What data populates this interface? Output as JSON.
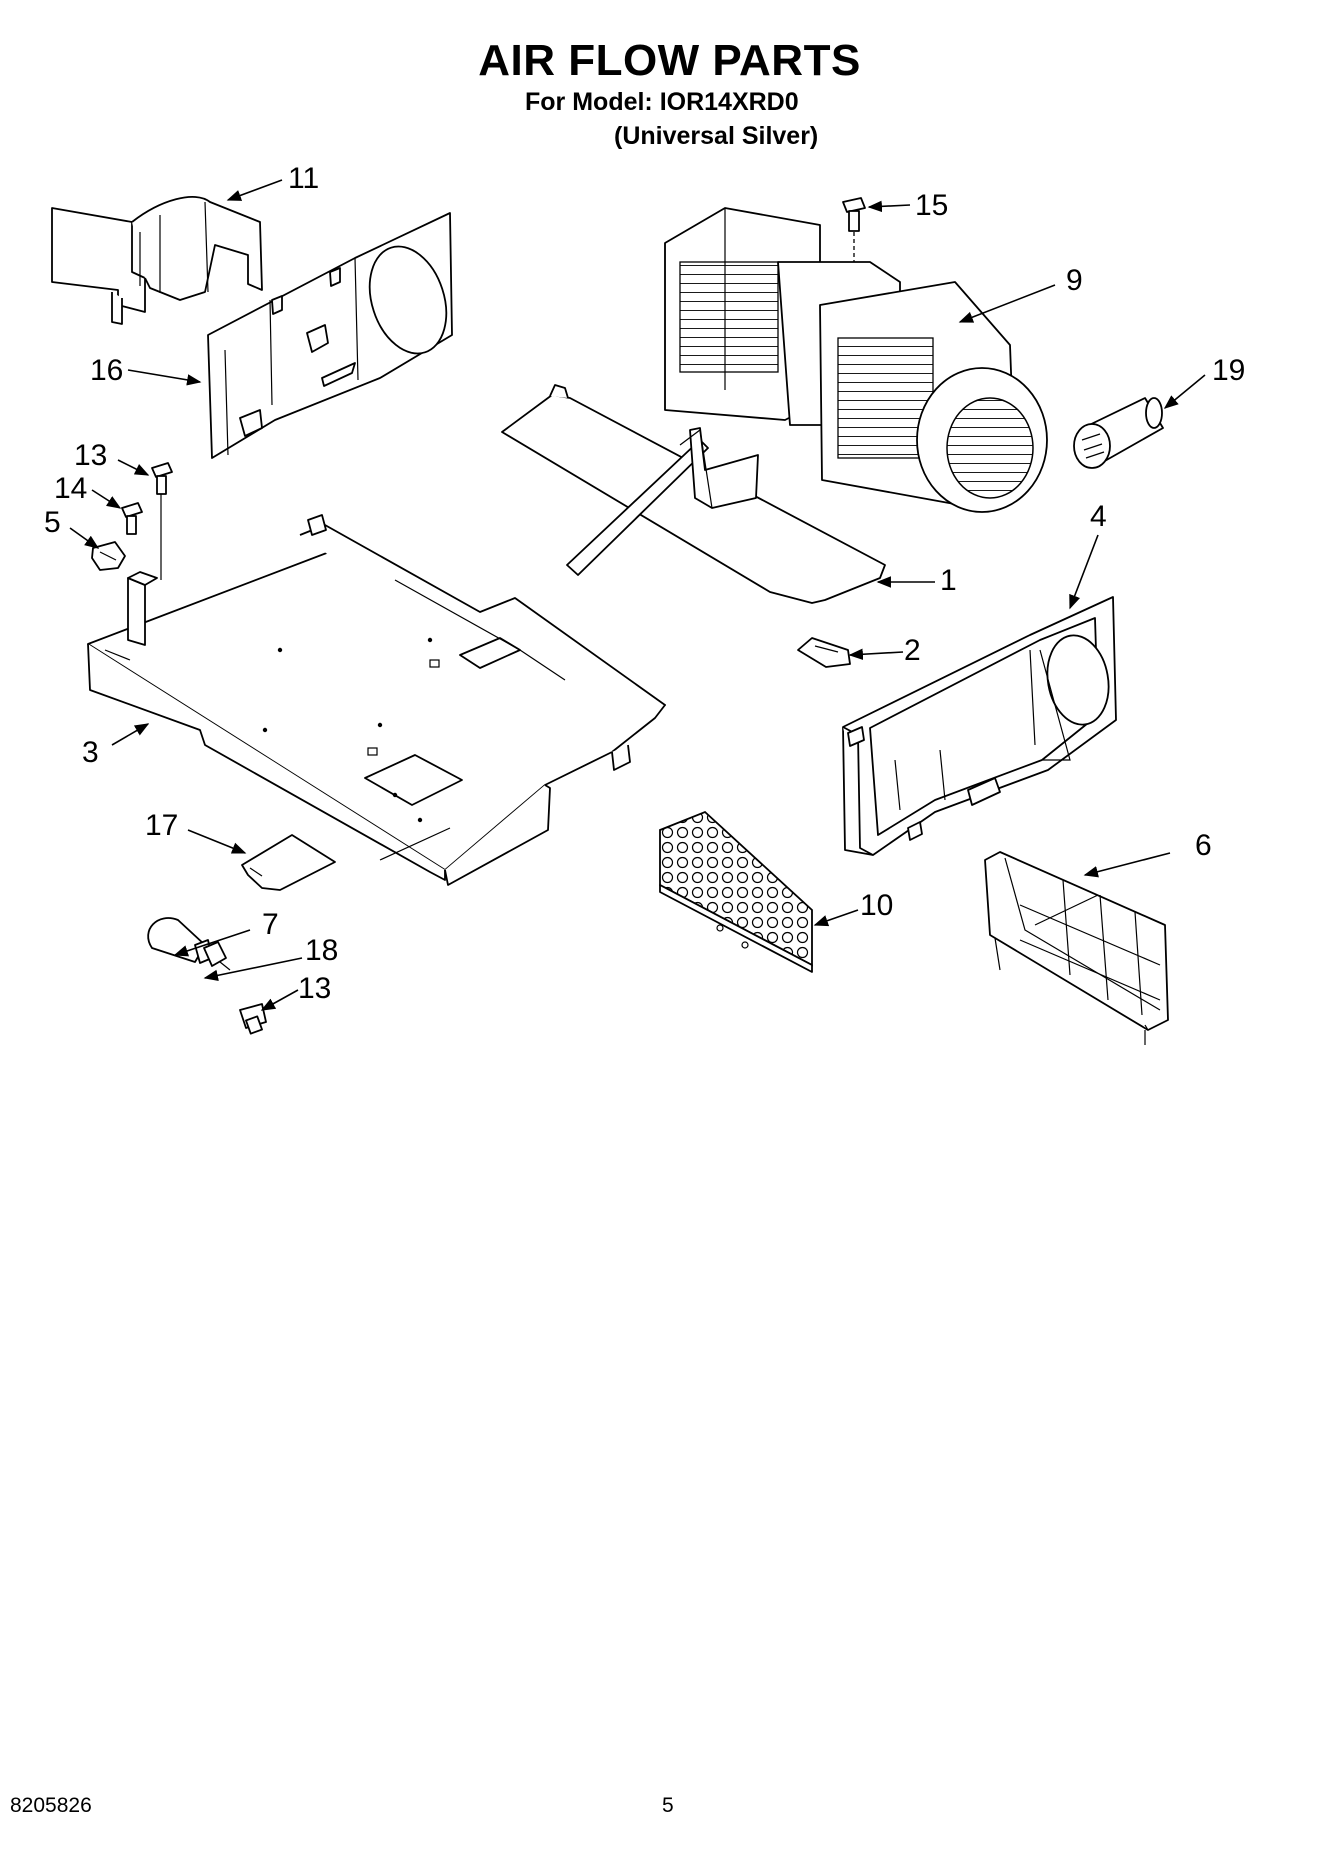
{
  "header": {
    "title": "AIR FLOW PARTS",
    "model_line": "For Model: IOR14XRD0",
    "variant_line": "(Universal Silver)"
  },
  "callouts": {
    "c1": "1",
    "c2": "2",
    "c3": "3",
    "c4": "4",
    "c5": "5",
    "c6": "6",
    "c7": "7",
    "c9": "9",
    "c10": "10",
    "c11": "11",
    "c13a": "13",
    "c13b": "13",
    "c14": "14",
    "c15": "15",
    "c16": "16",
    "c17": "17",
    "c18": "18",
    "c19": "19"
  },
  "footer": {
    "doc_number": "8205826",
    "page_number": "5"
  }
}
